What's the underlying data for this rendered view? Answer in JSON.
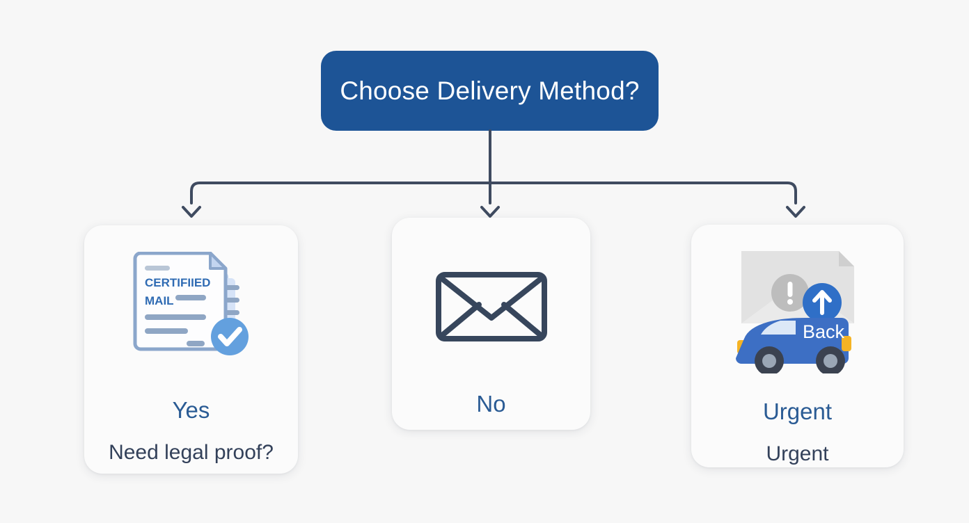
{
  "diagram": {
    "root": {
      "label": "Choose Delivery Method?",
      "color": "#1d5496",
      "text_color": "#ffffff"
    },
    "connector": {
      "color": "#3f4b60",
      "style": "elbow-tree-with-arrowheads"
    },
    "options": [
      {
        "id": "yes",
        "title": "Yes",
        "subtitle": "Need legal proof?",
        "icon": "certified-mail-document-icon",
        "icon_text_line1": "CERTIFIIED",
        "icon_text_line2": "MAIL",
        "title_color": "#2a5b94",
        "subtitle_color": "#33415a"
      },
      {
        "id": "no",
        "title": "No",
        "subtitle": "",
        "icon": "envelope-icon",
        "title_color": "#2a5b94",
        "subtitle_color": "#33415a"
      },
      {
        "id": "urgent",
        "title": "Urgent",
        "subtitle": "Urgent",
        "icon": "express-delivery-van-icon",
        "icon_text": "Back",
        "title_color": "#2a5b94",
        "subtitle_color": "#33415a"
      }
    ]
  },
  "palette": {
    "background": "#f7f7f7",
    "card_background": "#fbfbfb",
    "accent_blue": "#1d5496",
    "van_blue": "#3d6fc4",
    "envelope_outline": "#37465c",
    "check_blue": "#5a9bdc"
  }
}
